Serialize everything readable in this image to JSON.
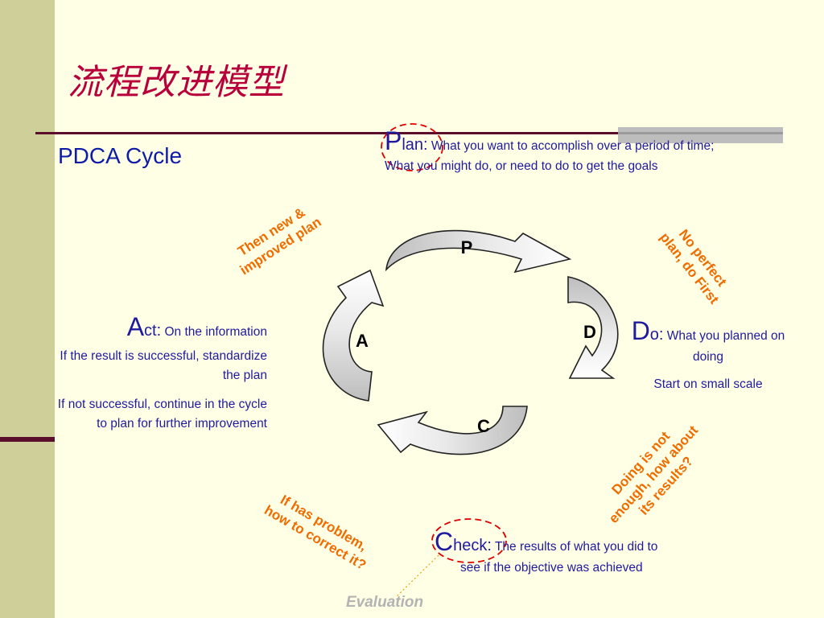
{
  "title": "流程改进模型",
  "subtitle": "PDCA Cycle",
  "plan": {
    "letter": "P",
    "word": "lan:",
    "text": " What you want to accomplish over a period of time; What you might do, or need to do to get the goals"
  },
  "do": {
    "letter": "D",
    "word": "o:",
    "text1": " What you planned on doing",
    "text2": "Start on small scale"
  },
  "check": {
    "letter": "C",
    "word": "heck:",
    "text1": " The results of what you did to",
    "text2": "see if the objective was achieved"
  },
  "act": {
    "letter": "A",
    "word": "ct:",
    "text1": " On the information",
    "text2": "If the result is successful, standardize the plan",
    "text3": "If not successful, continue in the cycle to plan for further improvement"
  },
  "cycle_labels": {
    "p": "P",
    "d": "D",
    "c": "C",
    "a": "A"
  },
  "annotations": {
    "then_new_1": "Then new &",
    "then_new_2": "improved plan",
    "no_perfect_1": "No perfect",
    "no_perfect_2": "plan, do First",
    "doing_1": "Doing is not",
    "doing_2": "enough, how about",
    "doing_3": "its results?",
    "problem_1": "If has problem,",
    "problem_2": "how to correct it?"
  },
  "evaluation": "Evaluation",
  "colors": {
    "title": "#b8003b",
    "body_text": "#1f1a9e",
    "annotation": "#f06b00",
    "highlight_circle": "#e00000",
    "left_bar": "#cfcf9a",
    "rule": "#5a0e2c",
    "background": "#ffffe5"
  }
}
